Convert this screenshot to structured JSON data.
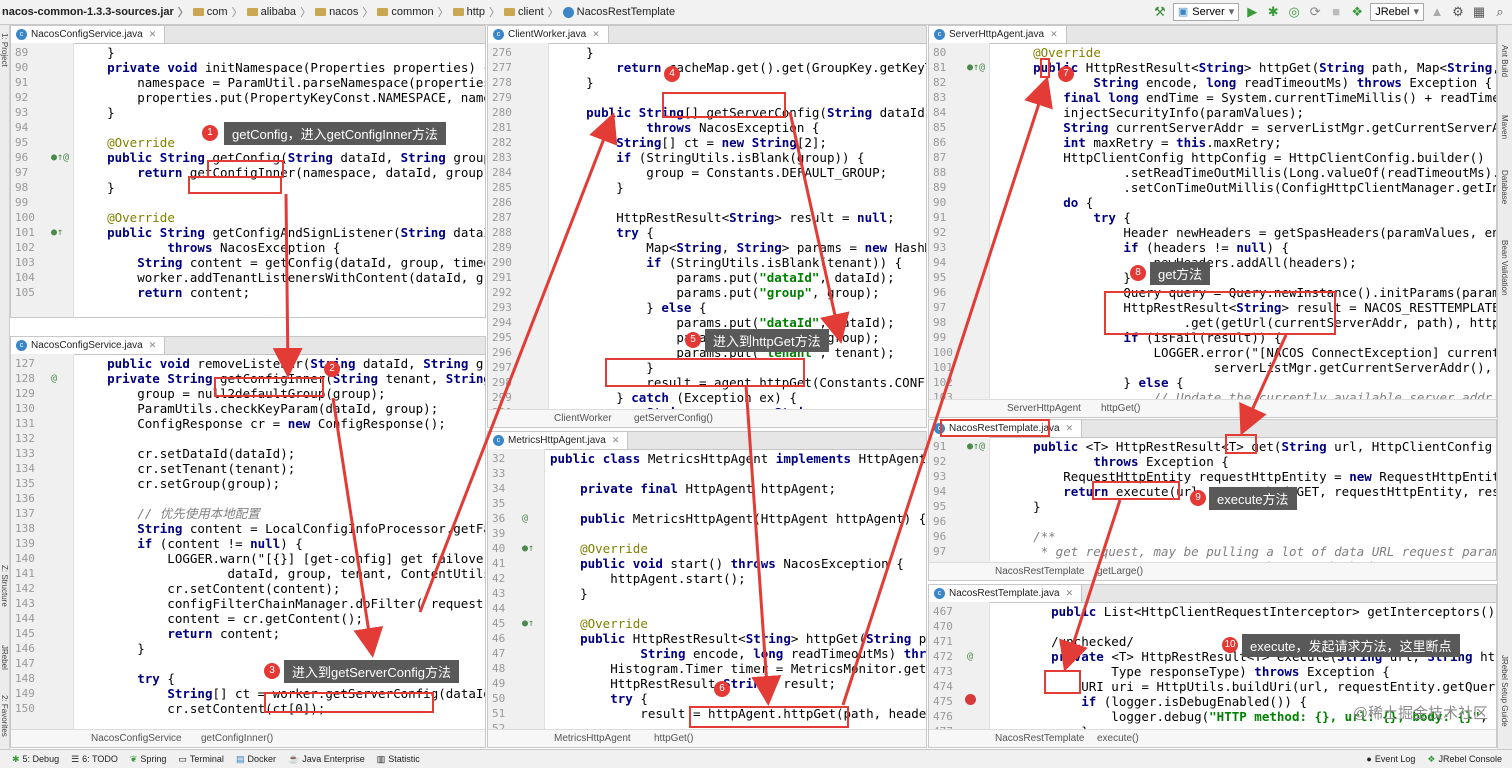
{
  "topbar": {
    "breadcrumb": [
      "nacos-common-1.3.3-sources.jar",
      "com",
      "alibaba",
      "nacos",
      "common",
      "http",
      "client",
      "NacosRestTemplate"
    ],
    "run_config": "Server",
    "jrebel": "JRebel"
  },
  "left_tool_labels": [
    "1: Project",
    "Z: Structure",
    "JRebel",
    "2: Favorites"
  ],
  "right_tool_labels": [
    "Ant Build",
    "Maven",
    "Database",
    "Bean Validation",
    "JRebel Setup Guide"
  ],
  "panes": [
    {
      "tab": "NacosConfigService.java",
      "crumbs": [],
      "lines": [
        {
          "n": "89",
          "t": "    }"
        },
        {
          "n": "90",
          "t": "    private void initNamespace(Properties properties) {"
        },
        {
          "n": "91",
          "t": "        namespace = ParamUtil.parseNamespace(properties);"
        },
        {
          "n": "92",
          "t": "        properties.put(PropertyKeyConst.NAMESPACE, names"
        },
        {
          "n": "93",
          "t": "    }"
        },
        {
          "n": "94",
          "t": ""
        },
        {
          "n": "95",
          "t": "    @Override"
        },
        {
          "n": "96",
          "t": "    public String getConfig(String dataId, String group,"
        },
        {
          "n": "97",
          "t": "        return getConfigInner(namespace, dataId, group,"
        },
        {
          "n": "98",
          "t": "    }"
        },
        {
          "n": "99",
          "t": ""
        },
        {
          "n": "100",
          "t": "    @Override"
        },
        {
          "n": "101",
          "t": "    public String getConfigAndSignListener(String dataId"
        },
        {
          "n": "102",
          "t": "            throws NacosException {"
        },
        {
          "n": "103",
          "t": "        String content = getConfig(dataId, group, timeou"
        },
        {
          "n": "104",
          "t": "        worker.addTenantListenersWithContent(dataId, gro"
        },
        {
          "n": "105",
          "t": "        return content;"
        }
      ]
    },
    {
      "tab": "NacosConfigService.java",
      "crumbs": [
        "NacosConfigService",
        "getConfigInner()"
      ],
      "lines": [
        {
          "n": "127",
          "t": "    public void removeListener(String dataId, String gr"
        },
        {
          "n": "128",
          "t": "    private String getConfigInner(String tenant, String"
        },
        {
          "n": "129",
          "t": "        group = null2defaultGroup(group);"
        },
        {
          "n": "130",
          "t": "        ParamUtils.checkKeyParam(dataId, group);"
        },
        {
          "n": "131",
          "t": "        ConfigResponse cr = new ConfigResponse();"
        },
        {
          "n": "132",
          "t": ""
        },
        {
          "n": "133",
          "t": "        cr.setDataId(dataId);"
        },
        {
          "n": "134",
          "t": "        cr.setTenant(tenant);"
        },
        {
          "n": "135",
          "t": "        cr.setGroup(group);"
        },
        {
          "n": "136",
          "t": ""
        },
        {
          "n": "137",
          "t": "        // 优先使用本地配置"
        },
        {
          "n": "138",
          "t": "        String content = LocalConfigInfoProcessor.getFai"
        },
        {
          "n": "139",
          "t": "        if (content != null) {"
        },
        {
          "n": "140",
          "t": "            LOGGER.warn(\"[{}] [get-config] get failover"
        },
        {
          "n": "141",
          "t": "                    dataId, group, tenant, ContentUtils."
        },
        {
          "n": "142",
          "t": "            cr.setContent(content);"
        },
        {
          "n": "143",
          "t": "            configFilterChainManager.doFilter( request: nu"
        },
        {
          "n": "144",
          "t": "            content = cr.getContent();"
        },
        {
          "n": "145",
          "t": "            return content;"
        },
        {
          "n": "146",
          "t": "        }"
        },
        {
          "n": "147",
          "t": ""
        },
        {
          "n": "148",
          "t": "        try {"
        },
        {
          "n": "149",
          "t": "            String[] ct = worker.getServerConfig(dataId,"
        },
        {
          "n": "150",
          "t": "            cr.setContent(ct[0]);"
        }
      ]
    },
    {
      "tab": "ClientWorker.java",
      "crumbs": [
        "ClientWorker",
        "getServerConfig()"
      ],
      "lines": [
        {
          "n": "276",
          "t": "    }"
        },
        {
          "n": "277",
          "t": "        return cacheMap.get().get(GroupKey.getKeyTenant(d"
        },
        {
          "n": "278",
          "t": "    }"
        },
        {
          "n": "279",
          "t": ""
        },
        {
          "n": "280",
          "t": "    public String[] getServerConfig(String dataId, String"
        },
        {
          "n": "281",
          "t": "            throws NacosException {"
        },
        {
          "n": "282",
          "t": "        String[] ct = new String[2];"
        },
        {
          "n": "283",
          "t": "        if (StringUtils.isBlank(group)) {"
        },
        {
          "n": "284",
          "t": "            group = Constants.DEFAULT_GROUP;"
        },
        {
          "n": "285",
          "t": "        }"
        },
        {
          "n": "286",
          "t": ""
        },
        {
          "n": "287",
          "t": "        HttpRestResult<String> result = null;"
        },
        {
          "n": "288",
          "t": "        try {"
        },
        {
          "n": "289",
          "t": "            Map<String, String> params = new HashMap<Str"
        },
        {
          "n": "290",
          "t": "            if (StringUtils.isBlank(tenant)) {"
        },
        {
          "n": "291",
          "t": "                params.put(\"dataId\", dataId);"
        },
        {
          "n": "292",
          "t": "                params.put(\"group\", group);"
        },
        {
          "n": "293",
          "t": "            } else {"
        },
        {
          "n": "294",
          "t": "                params.put(\"dataId\", dataId);"
        },
        {
          "n": "295",
          "t": "                params.put(\"group\", group);"
        },
        {
          "n": "296",
          "t": "                params.put(\"tenant\", tenant);"
        },
        {
          "n": "297",
          "t": "            }"
        },
        {
          "n": "298",
          "t": "            result = agent.httpGet(Constants.CONFIG_CONT"
        },
        {
          "n": "299",
          "t": "        } catch (Exception ex) {"
        },
        {
          "n": "300",
          "t": "            String message = String"
        }
      ]
    },
    {
      "tab": "MetricsHttpAgent.java",
      "crumbs": [
        "MetricsHttpAgent",
        "httpGet()"
      ],
      "lines": [
        {
          "n": "32",
          "t": "public class MetricsHttpAgent implements HttpAgent {"
        },
        {
          "n": "33",
          "t": ""
        },
        {
          "n": "34",
          "t": "    private final HttpAgent httpAgent;"
        },
        {
          "n": "35",
          "t": ""
        },
        {
          "n": "36",
          "t": "    public MetricsHttpAgent(HttpAgent httpAgent) { th"
        },
        {
          "n": "39",
          "t": ""
        },
        {
          "n": "40",
          "t": "    @Override"
        },
        {
          "n": "41",
          "t": "    public void start() throws NacosException {"
        },
        {
          "n": "42",
          "t": "        httpAgent.start();"
        },
        {
          "n": "43",
          "t": "    }"
        },
        {
          "n": "44",
          "t": ""
        },
        {
          "n": "45",
          "t": "    @Override"
        },
        {
          "n": "46",
          "t": "    public HttpRestResult<String> httpGet(String path"
        },
        {
          "n": "47",
          "t": "            String encode, long readTimeoutMs) throws"
        },
        {
          "n": "48",
          "t": "        Histogram.Timer timer = MetricsMonitor.getCon"
        },
        {
          "n": "49",
          "t": "        HttpRestResult<String> result;"
        },
        {
          "n": "50",
          "t": "        try {"
        },
        {
          "n": "51",
          "t": "            result = httpAgent.httpGet(path, headers,"
        },
        {
          "n": "52",
          "t": ""
        }
      ]
    },
    {
      "tab": "ServerHttpAgent.java",
      "crumbs": [
        "ServerHttpAgent",
        "httpGet()"
      ],
      "lines": [
        {
          "n": "80",
          "t": "    @Override"
        },
        {
          "n": "81",
          "t": "    public HttpRestResult<String> httpGet(String path, Map<String, St"
        },
        {
          "n": "82",
          "t": "            String encode, long readTimeoutMs) throws Exception {"
        },
        {
          "n": "83",
          "t": "        final long endTime = System.currentTimeMillis() + readTimeout"
        },
        {
          "n": "84",
          "t": "        injectSecurityInfo(paramValues);"
        },
        {
          "n": "85",
          "t": "        String currentServerAddr = serverListMgr.getCurrentServerAddr"
        },
        {
          "n": "86",
          "t": "        int maxRetry = this.maxRetry;"
        },
        {
          "n": "87",
          "t": "        HttpClientConfig httpConfig = HttpClientConfig.builder()"
        },
        {
          "n": "88",
          "t": "                .setReadTimeOutMillis(Long.valueOf(readTimeoutMs).int"
        },
        {
          "n": "89",
          "t": "                .setConTimeOutMillis(ConfigHttpClientManager.getInsta"
        },
        {
          "n": "90",
          "t": "        do {"
        },
        {
          "n": "91",
          "t": "            try {"
        },
        {
          "n": "92",
          "t": "                Header newHeaders = getSpasHeaders(paramValues, encod"
        },
        {
          "n": "93",
          "t": "                if (headers != null) {"
        },
        {
          "n": "94",
          "t": "                    newHeaders.addAll(headers);"
        },
        {
          "n": "95",
          "t": "                }"
        },
        {
          "n": "96",
          "t": "                Query query = Query.newInstance().initParams(paramVal"
        },
        {
          "n": "97",
          "t": "                HttpRestResult<String> result = NACOS_RESTTEMPLATE"
        },
        {
          "n": "98",
          "t": "                        .get(getUrl(currentServerAddr, path), httpCon"
        },
        {
          "n": "99",
          "t": "                if (isFail(result)) {"
        },
        {
          "n": "100",
          "t": "                    LOGGER.error(\"[NACOS ConnectException] currentSer"
        },
        {
          "n": "101",
          "t": "                            serverListMgr.getCurrentServerAddr(), res"
        },
        {
          "n": "102",
          "t": "                } else {"
        },
        {
          "n": "103",
          "t": "                    // Update the currently available server addr"
        }
      ]
    },
    {
      "tab": "NacosRestTemplate.java",
      "crumbs": [
        "NacosRestTemplate",
        "getLarge()"
      ],
      "lines": [
        {
          "n": "91",
          "t": "    public <T> HttpRestResult<T> get(String url, HttpClientConfig con"
        },
        {
          "n": "92",
          "t": "            throws Exception {"
        },
        {
          "n": "93",
          "t": "        RequestHttpEntity requestHttpEntity = new RequestHttpEntity(con"
        },
        {
          "n": "94",
          "t": "        return execute(url, HttpMethod.GET, requestHttpEntity, response"
        },
        {
          "n": "95",
          "t": "    }"
        },
        {
          "n": "96",
          "t": ""
        },
        {
          "n": "96",
          "t": "    /**"
        },
        {
          "n": "97",
          "t": "     * get request, may be pulling a lot of data URL request params are"
        },
        {
          "n": "98",
          "t": "     * More request parameters can be set via body."
        }
      ]
    },
    {
      "tab": "NacosRestTemplate.java",
      "crumbs": [
        "NacosRestTemplate",
        "execute()"
      ],
      "lines": [
        {
          "n": "467",
          "t": "    public List<HttpClientRequestInterceptor> getInterceptors() { retur"
        },
        {
          "n": "470",
          "t": ""
        },
        {
          "n": "471",
          "t": "    /unchecked/"
        },
        {
          "n": "472",
          "t": "    private <T> HttpRestResult<T> execute(String url, String httpMetho"
        },
        {
          "n": "473",
          "t": "            Type responseType) throws Exception {"
        },
        {
          "n": "474",
          "t": "        URI uri = HttpUtils.buildUri(url, requestEntity.getQuery());"
        },
        {
          "n": "475",
          "t": "        if (logger.isDebugEnabled()) {"
        },
        {
          "n": "476",
          "t": "            logger.debug(\"HTTP method: {}, url: {}, body: {}\", httpMet"
        },
        {
          "n": "477",
          "t": "        }"
        }
      ]
    }
  ],
  "annotations": [
    {
      "n": "1",
      "text": "getConfig，进入getConfigInner方法"
    },
    {
      "n": "2",
      "text": ""
    },
    {
      "n": "3",
      "text": "进入到getServerConfig方法"
    },
    {
      "n": "4",
      "text": ""
    },
    {
      "n": "5",
      "text": "进入到httpGet方法"
    },
    {
      "n": "6",
      "text": ""
    },
    {
      "n": "7",
      "text": ""
    },
    {
      "n": "8",
      "text": "get方法"
    },
    {
      "n": "9",
      "text": "execute方法"
    },
    {
      "n": "10",
      "text": "execute，发起请求方法，这里断点"
    }
  ],
  "bottombar": [
    "5: Debug",
    "6: TODO",
    "Spring",
    "Terminal",
    "Docker",
    "Java Enterprise",
    "Statistic",
    "Event Log",
    "JRebel Console"
  ],
  "watermark": "@稀土掘金技术社区",
  "colors": {
    "accent_red": "#e33b36",
    "marker_red": "#e53935",
    "tooltip_bg": "#595959",
    "keyword": "#000080",
    "string": "#008000",
    "field": "#660e7a",
    "annotation": "#808000",
    "comment": "#808080"
  }
}
